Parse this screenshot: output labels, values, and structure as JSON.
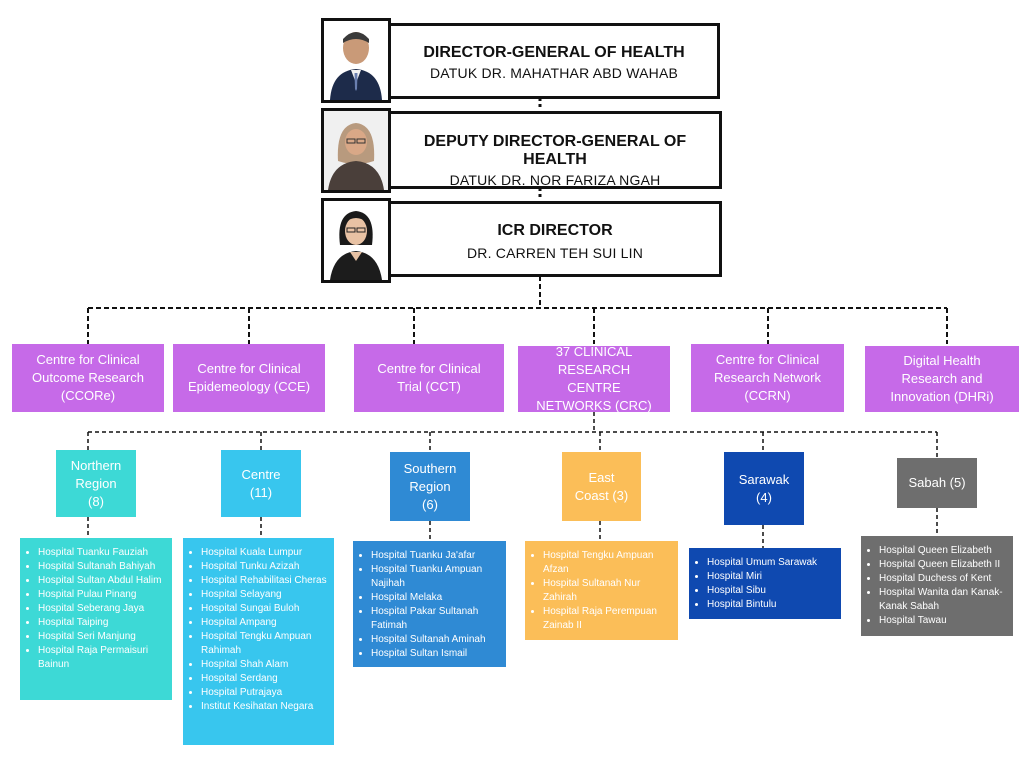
{
  "executives": [
    {
      "title": "DIRECTOR-GENERAL OF HEALTH",
      "name": "DATUK DR. MAHATHAR ABD WAHAB"
    },
    {
      "title": "DEPUTY DIRECTOR-GENERAL OF HEALTH",
      "name": "DATUK DR. NOR FARIZA NGAH"
    },
    {
      "title": "ICR DIRECTOR",
      "name": "DR. CARREN TEH SUI LIN"
    }
  ],
  "centres": [
    {
      "label": "Centre for Clinical Outcome Research (CCORe)"
    },
    {
      "label": "Centre for Clinical Epidemeology (CCE)"
    },
    {
      "label": "Centre for Clinical Trial (CCT)"
    },
    {
      "label": "37 CLINICAL RESEARCH CENTRE NETWORKS (CRC)"
    },
    {
      "label": "Centre for Clinical Research Network (CCRN)"
    },
    {
      "label": "Digital Health Research and Innovation (DHRi)"
    }
  ],
  "regions": [
    {
      "label": "Northern Region (8)",
      "color": "#3dd9d6",
      "hospitals": [
        "Hospital Tuanku Fauziah",
        "Hospital Sultanah Bahiyah",
        "Hospital Sultan Abdul Halim",
        "Hospital Pulau Pinang",
        "Hospital Seberang Jaya",
        "Hospital Taiping",
        "Hospital Seri Manjung",
        "Hospital Raja Permaisuri Bainun"
      ]
    },
    {
      "label": "Centre (11)",
      "color": "#38c6ee",
      "hospitals": [
        "Hospital Kuala Lumpur",
        "Hospital Tunku Azizah",
        "Hospital Rehabilitasi Cheras",
        "Hospital Selayang",
        "Hospital Sungai Buloh",
        "Hospital Ampang",
        "Hospital Tengku Ampuan Rahimah",
        "Hospital Shah Alam",
        "Hospital Serdang",
        "Hospital Putrajaya",
        "Institut Kesihatan Negara"
      ]
    },
    {
      "label": "Southern Region (6)",
      "color": "#2f8ad4",
      "hospitals": [
        "Hospital Tuanku Ja'afar",
        "Hospital Tuanku Ampuan Najihah",
        "Hospital Melaka",
        "Hospital Pakar Sultanah Fatimah",
        "Hospital Sultanah Aminah",
        "Hospital Sultan Ismail"
      ]
    },
    {
      "label": "East Coast (3)",
      "color": "#fbbe58",
      "hospitals": [
        "Hospital Tengku Ampuan Afzan",
        "Hospital Sultanah Nur Zahirah",
        "Hospital Raja Perempuan Zainab II"
      ]
    },
    {
      "label": "Sarawak (4)",
      "color": "#0f49b0",
      "hospitals": [
        "Hospital Umum Sarawak",
        "Hospital Miri",
        "Hospital Sibu",
        "Hospital Bintulu"
      ]
    },
    {
      "label": "Sabah (5)",
      "color": "#6e6e6e",
      "hospitals": [
        "Hospital Queen Elizabeth",
        "Hospital Queen Elizabeth II",
        "Hospital Duchess of Kent",
        "Hospital Wanita dan Kanak-Kanak Sabah",
        "Hospital Tawau"
      ]
    }
  ]
}
